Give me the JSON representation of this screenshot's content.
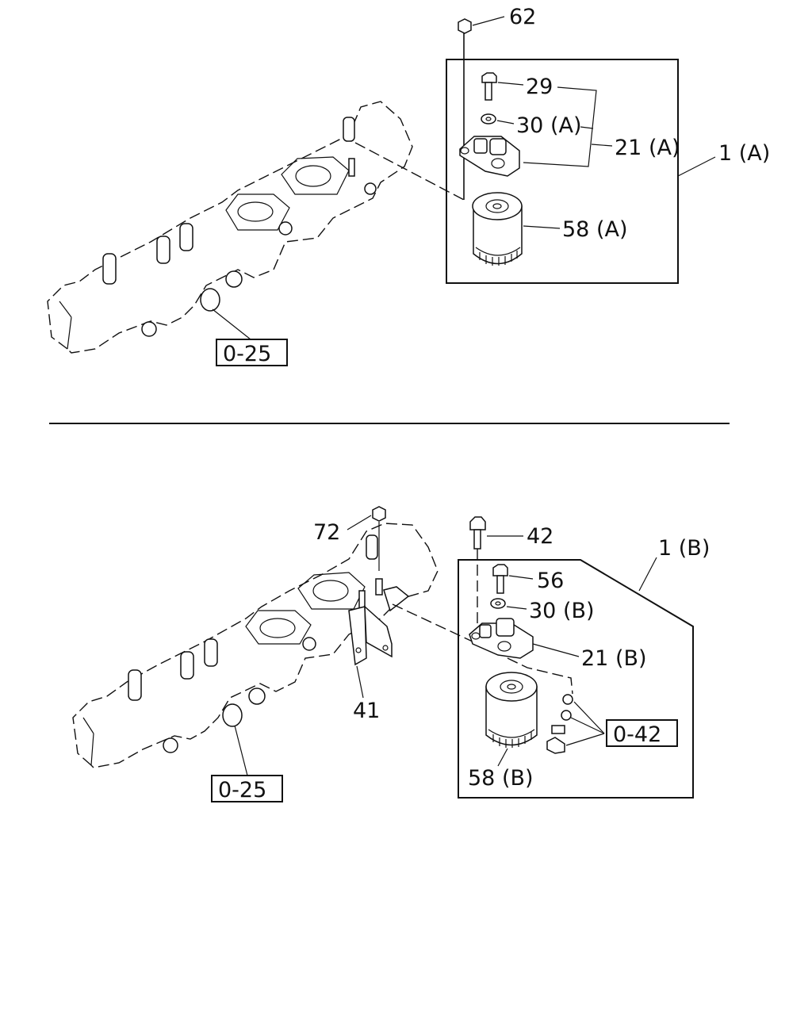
{
  "top": {
    "labels": {
      "nut": "62",
      "bolt": "29",
      "washer": "30 (A)",
      "bracket": "21 (A)",
      "assembly": "1 (A)",
      "filter": "58 (A)"
    },
    "ref": "0-25"
  },
  "bottom": {
    "labels": {
      "nut": "72",
      "long_bolt": "42",
      "bolt": "56",
      "washer": "30 (B)",
      "bracket": "21 (B)",
      "assembly": "1 (B)",
      "filter": "58 (B)",
      "stay": "41"
    },
    "ref_manifold": "0-25",
    "ref_fittings": "0-42"
  }
}
